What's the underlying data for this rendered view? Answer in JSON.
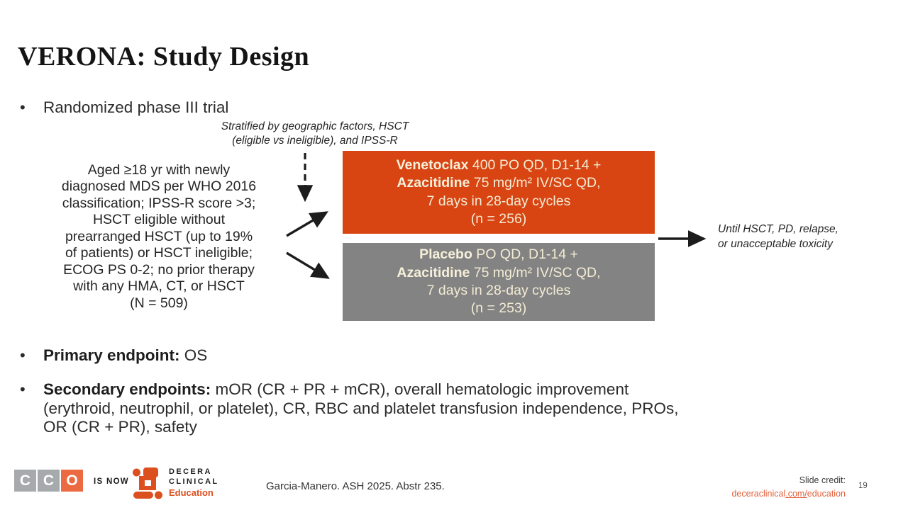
{
  "slide": {
    "title": "VERONA: Study Design",
    "bullet_glyph": "•",
    "bullet1": "Randomized phase III trial",
    "stratified_note": "Stratified by geographic factors, HSCT\n(eligible vs ineligible), and IPSS-R",
    "eligibility": "Aged ≥18 yr with newly\ndiagnosed MDS per WHO 2016\nclassification; IPSS-R score >3;\nHSCT eligible without\nprearranged HSCT (up to 19%\nof patients) or HSCT ineligible;\nECOG PS 0-2; no prior therapy\nwith any HMA, CT, or HSCT\n(N = 509)",
    "arm1": {
      "drug1": "Venetoclax",
      "line1_rest": " 400 PO QD, D1-14 +",
      "drug2": "Azacitidine",
      "line2_rest": " 75 mg/m² IV/SC QD,",
      "line3": "7 days in 28-day cycles\n(n = 256)"
    },
    "arm2": {
      "drug1": "Placebo",
      "line1_rest": " PO QD, D1-14 +",
      "drug2": "Azacitidine",
      "line2_rest": " 75 mg/m² IV/SC QD,",
      "line3": "7 days in 28-day cycles\n(n = 253)"
    },
    "until_note": "Until HSCT, PD, relapse,\nor unacceptable toxicity",
    "primary_label": "Primary endpoint: ",
    "primary_value": "OS",
    "secondary_label": "Secondary endpoints: ",
    "secondary_value": "mOR (CR + PR + mCR), overall hematologic improvement\n(erythroid, neutrophil, or platelet), CR, RBC and platelet transfusion independence, PROs,\nOR (CR + PR), safety"
  },
  "footer": {
    "cco_letters": [
      "C",
      "C",
      "O"
    ],
    "is_now": "IS NOW",
    "brand_line1": "DECERA",
    "brand_line2": "CLINICAL",
    "brand_line3": "Education",
    "reference": "Garcia-Manero. ASH 2025. Abstr 235.",
    "credit_label": "Slide credit:",
    "credit_link_pre": "deceraclinical",
    "credit_link_mid": ".com/",
    "credit_link_post": "education",
    "page_number": "19"
  },
  "colors": {
    "arm1_box": "#d84513",
    "arm2_box": "#838383",
    "box_text_cream": "#f3ecd4",
    "brand_orange": "#dc4f1e",
    "link_orange": "#e2603c",
    "cco_gray": "#a6aaad",
    "cco_orange": "#eb6a41",
    "arrow_black": "#1c1c1c"
  }
}
